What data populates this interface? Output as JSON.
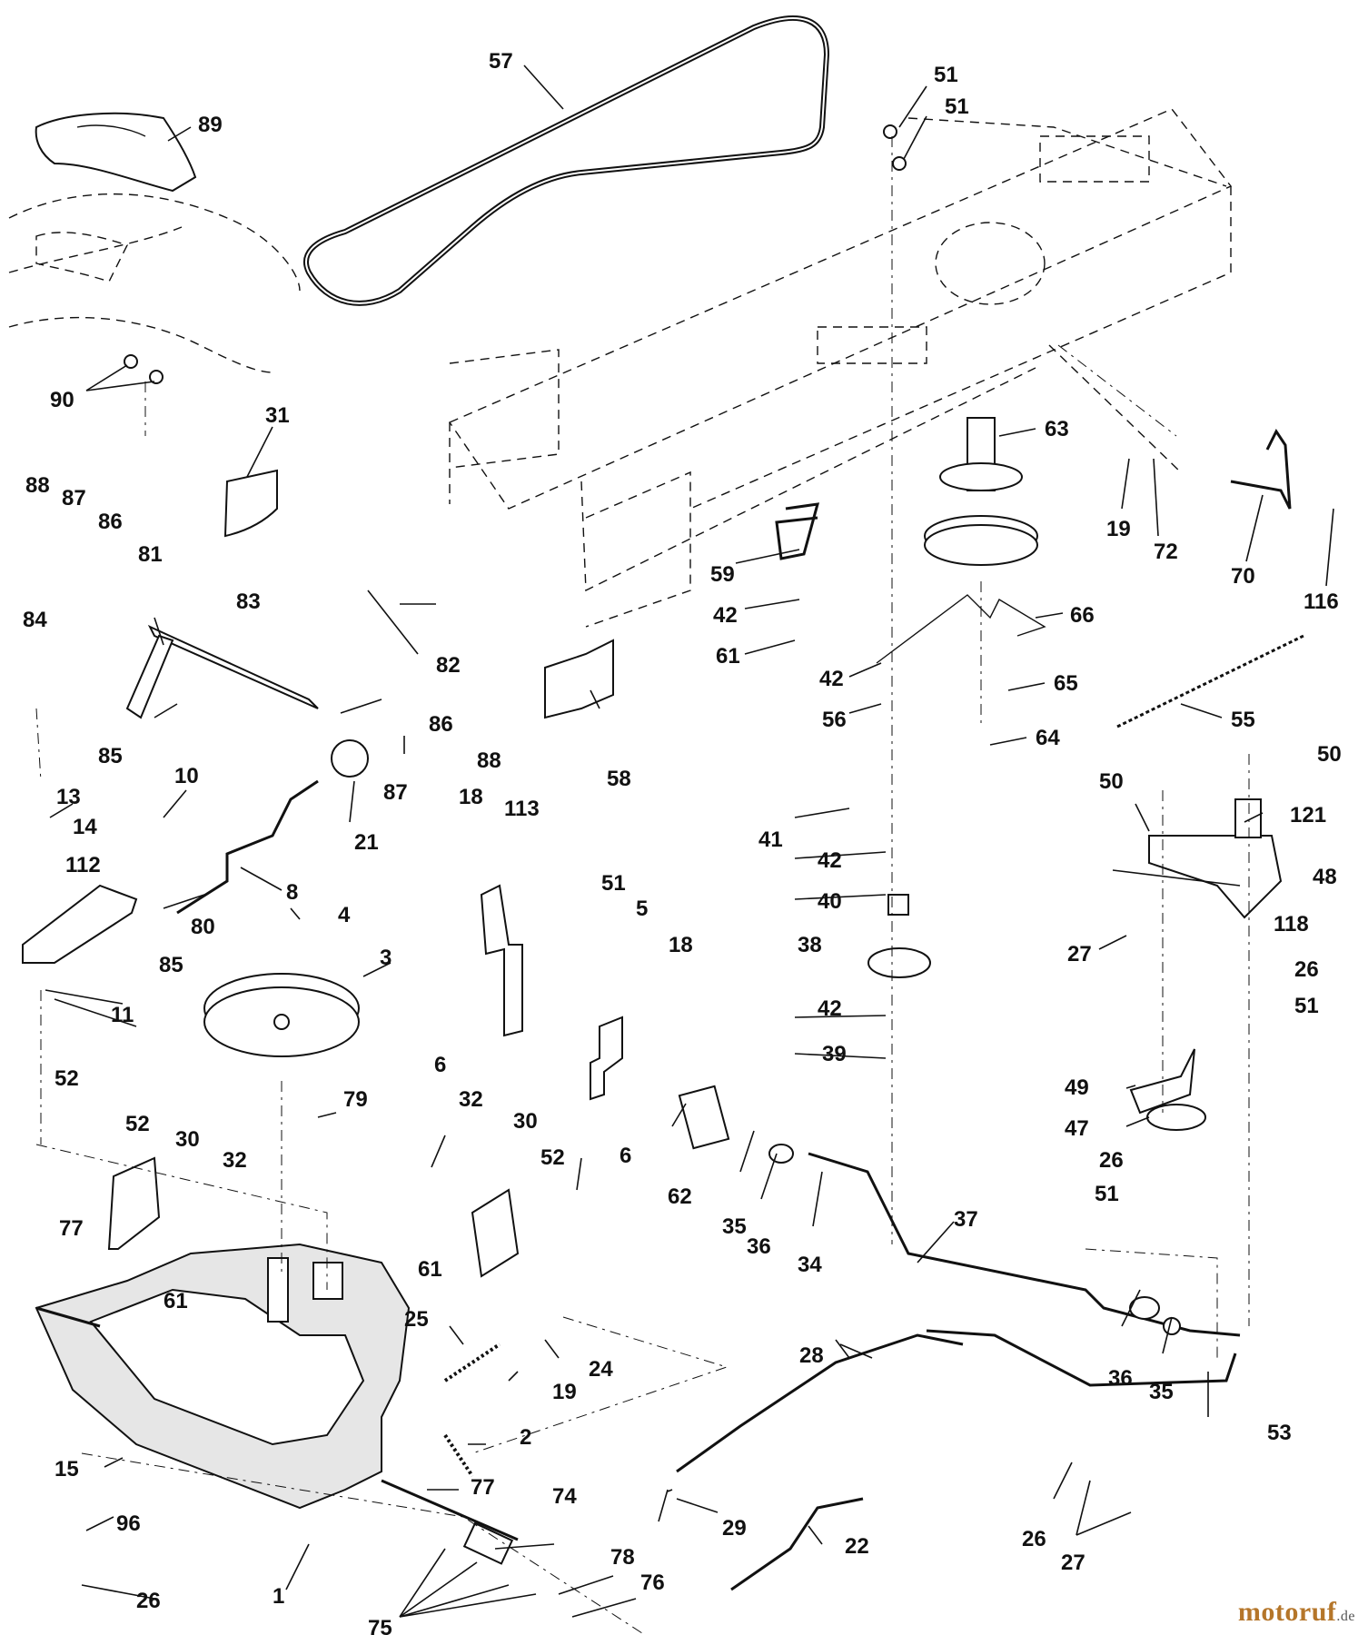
{
  "diagram": {
    "callouts": [
      "57",
      "51",
      "51",
      "89",
      "90",
      "31",
      "63",
      "19",
      "72",
      "70",
      "116",
      "88",
      "87",
      "86",
      "81",
      "84",
      "83",
      "82",
      "85",
      "86",
      "88",
      "87",
      "59",
      "42",
      "61",
      "66",
      "42",
      "56",
      "65",
      "64",
      "55",
      "58",
      "10",
      "21",
      "8",
      "13",
      "14",
      "112",
      "80",
      "85",
      "11",
      "4",
      "3",
      "18",
      "113",
      "51",
      "5",
      "18",
      "6",
      "6",
      "41",
      "42",
      "40",
      "38",
      "42",
      "39",
      "50",
      "50",
      "121",
      "48",
      "27",
      "118",
      "26",
      "51",
      "52",
      "79",
      "52",
      "30",
      "32",
      "77",
      "61",
      "32",
      "30",
      "52",
      "61",
      "62",
      "35",
      "36",
      "34",
      "37",
      "49",
      "47",
      "26",
      "51",
      "25",
      "19",
      "24",
      "2",
      "15",
      "77",
      "1",
      "96",
      "26",
      "74",
      "78",
      "76",
      "75",
      "28",
      "29",
      "22",
      "36",
      "35",
      "53",
      "26",
      "27"
    ]
  },
  "watermark": {
    "brand": "motoruf",
    "suffix": ".de"
  }
}
